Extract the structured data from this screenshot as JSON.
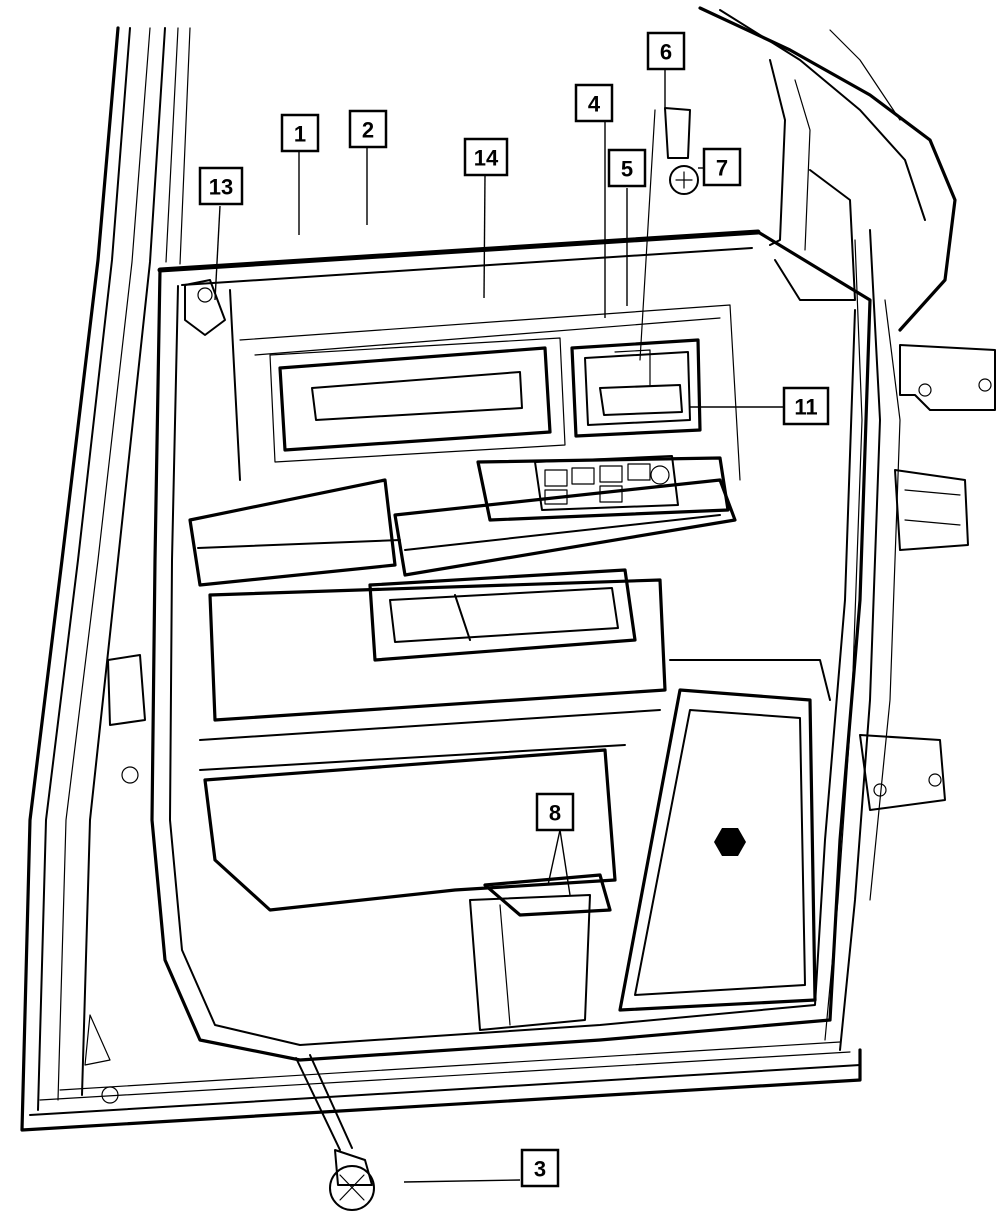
{
  "diagram": {
    "subject": "rear door trim panel exploded parts view",
    "callouts": [
      {
        "id": "c1",
        "label": "1"
      },
      {
        "id": "c2",
        "label": "2"
      },
      {
        "id": "c3",
        "label": "3"
      },
      {
        "id": "c4",
        "label": "4"
      },
      {
        "id": "c5",
        "label": "5"
      },
      {
        "id": "c6",
        "label": "6"
      },
      {
        "id": "c7",
        "label": "7"
      },
      {
        "id": "c8",
        "label": "8"
      },
      {
        "id": "c11",
        "label": "11"
      },
      {
        "id": "c13",
        "label": "13"
      },
      {
        "id": "c14",
        "label": "14"
      }
    ]
  }
}
